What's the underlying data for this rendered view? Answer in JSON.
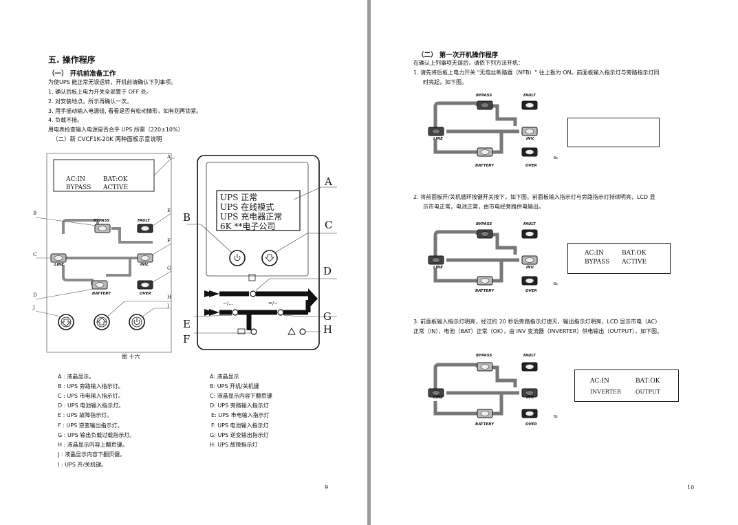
{
  "left": {
    "section_title": "五. 操作程序",
    "sub1_title": "（一） 开机前准备工作",
    "intro": "为使UPS 能正常无误运转，开机前请确认下列事项。",
    "checks": [
      "1. 确认后板上电力开关全部置于 OFF 处。",
      "2. 对安装地点，所示再确认一次。",
      "3. 用手摇动输入电源线, 看看是否有松动情形，如有则再锁紧。",
      "4. 负载不接。"
    ],
    "meter_note": "用电表检查输入电源是否合乎 UPS 所需（220±10%）",
    "sub2_title": "（二）新 CVCF1K-20K 两种面板示意说明",
    "panel1": {
      "lcd_row1_a": "AC:IN",
      "lcd_row1_b": "BAT:OK",
      "lcd_row2_a": "BYPASS",
      "lcd_row2_b": "ACTIVE",
      "label_bypass": "BYPASS",
      "label_fault": "FAULT",
      "label_line": "LINE",
      "label_inv": "INV.",
      "label_battery": "BATTERY",
      "label_over": "OVER",
      "letters": [
        "A",
        "B",
        "C",
        "D",
        "E",
        "F",
        "G",
        "H",
        "I",
        "J"
      ],
      "caption": "图 十六"
    },
    "panel2": {
      "lcd_lines": [
        "UPS 正常",
        "UPS 在线模式",
        "UPS 充电器正常",
        "6K **电子公司"
      ],
      "letters": [
        "A",
        "B",
        "C",
        "D",
        "E",
        "F",
        "G",
        "H"
      ]
    },
    "legend_left": [
      "A : 液晶显示。",
      "B : UPS 旁路输入指示灯。",
      "C : UPS 市电输入指示灯。",
      "D : UPS 电池输入指示灯。",
      "E : UPS 故障指示灯。",
      "F : UPS 逆变输出指示灯。",
      "G : UPS 输出负载过载指示灯。",
      "H : 液晶显示内容上翻页键。",
      "J : 液晶显示内容下翻页键。",
      "I : UPS 开/关机键。"
    ],
    "legend_right": [
      "A: 液晶显示",
      "B: UPS 开机/关机键",
      "C: 液晶显示内容下翻页键",
      "D: UPS 旁路输入指示灯",
      "E: UPS 市电输入指示灯",
      "F: UPS 电池输入指示灯",
      "G: UPS 逆变输出指示灯",
      "H: UPS 故障指示灯"
    ],
    "page_number": "9"
  },
  "right": {
    "sub_title": "（二） 第一次开机操作程序",
    "intro": "在确认上列事项无误后，请依下列方法开机：",
    "step1_line1": "1. 请先将后板上电力开关 \"无熔丝断路器（NFB）\" 往上扳为 ON。前面板输入指示灯与旁路指示灯同",
    "step1_line2": "时亮起，如下图。",
    "step2_line1": "2. 将前面板开/关机循环按键开关按下，如下图。前面板输入指示灯与旁路指示灯持续明亮，LCD 显",
    "step2_line2": "示市电正常，电池正常，由市电经旁路供电输出。",
    "step3_line1": "3. 前面板输入指示灯明亮，经过约 20 秒后旁路指示灯熄灭，输出指示灯明亮，LCD 显示市电（AC）",
    "step3_line2": "正常（IN），电池（BAT）正常（OK），由 INV 变流器（INVERTER）供电输出（OUTPUT），如下图。",
    "fig_labels": {
      "bypass": "BYPASS",
      "fault": "FAULT",
      "line": "LINE",
      "inv": "INV.",
      "battery": "BATTERY",
      "over": "OVER",
      "bz": "Bz"
    },
    "fig2_lcd": {
      "r1a": "AC:IN",
      "r1b": "BAT:OK",
      "r2a": "BYPASS",
      "r2b": "ACTIVE"
    },
    "fig3_lcd": {
      "r1a": "AC:IN",
      "r1b": "BAT:OK",
      "r2a": "INVERTER",
      "r2b": "OUTPUT"
    },
    "page_number": "10"
  },
  "colors": {
    "viewer_bg": "#9c9c9c",
    "page_bg": "#ffffff",
    "ink": "#111111",
    "pipe": "#8a8a8a"
  }
}
